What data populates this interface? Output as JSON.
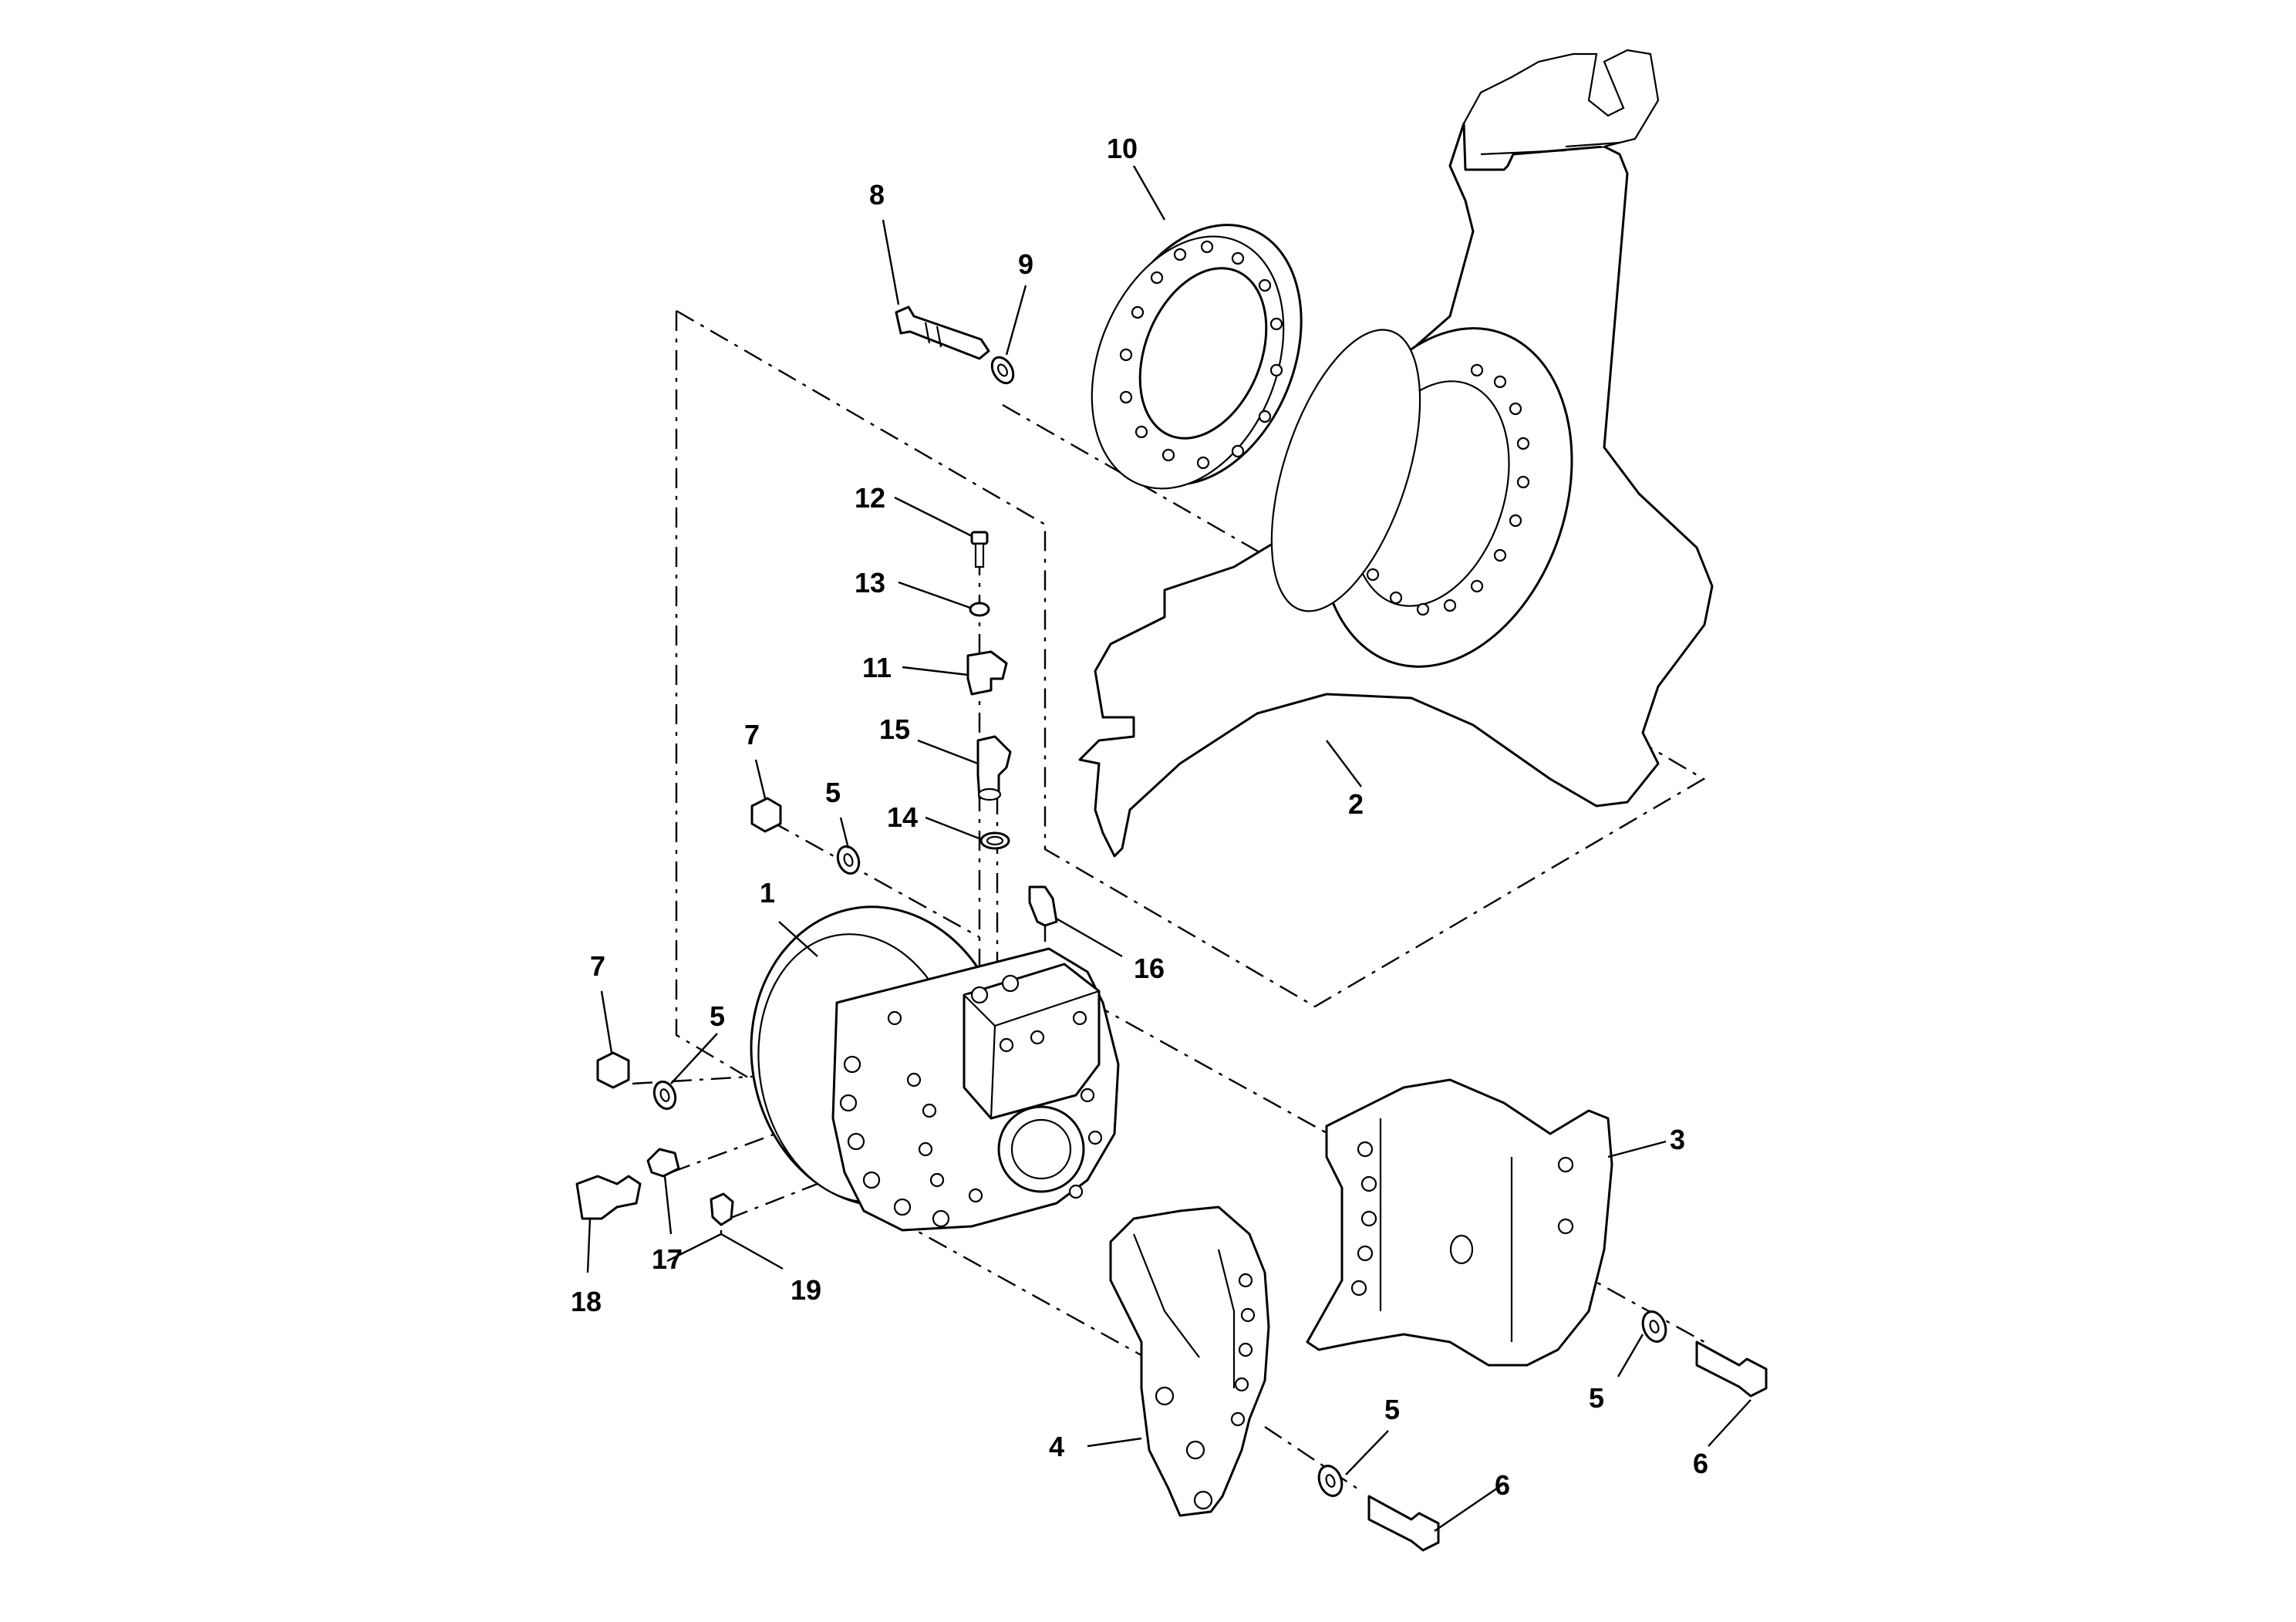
{
  "callouts": [
    {
      "id": "c1",
      "text": "1"
    },
    {
      "id": "c2",
      "text": "2"
    },
    {
      "id": "c3",
      "text": "3"
    },
    {
      "id": "c4",
      "text": "4"
    },
    {
      "id": "c5a",
      "text": "5"
    },
    {
      "id": "c5b",
      "text": "5"
    },
    {
      "id": "c5c",
      "text": "5"
    },
    {
      "id": "c5d",
      "text": "5"
    },
    {
      "id": "c6a",
      "text": "6"
    },
    {
      "id": "c6b",
      "text": "6"
    },
    {
      "id": "c7a",
      "text": "7"
    },
    {
      "id": "c7b",
      "text": "7"
    },
    {
      "id": "c8",
      "text": "8"
    },
    {
      "id": "c9",
      "text": "9"
    },
    {
      "id": "c10",
      "text": "10"
    },
    {
      "id": "c11",
      "text": "11"
    },
    {
      "id": "c12",
      "text": "12"
    },
    {
      "id": "c13",
      "text": "13"
    },
    {
      "id": "c14",
      "text": "14"
    },
    {
      "id": "c15",
      "text": "15"
    },
    {
      "id": "c16",
      "text": "16"
    },
    {
      "id": "c17",
      "text": "17"
    },
    {
      "id": "c18",
      "text": "18"
    },
    {
      "id": "c19",
      "text": "19"
    }
  ]
}
